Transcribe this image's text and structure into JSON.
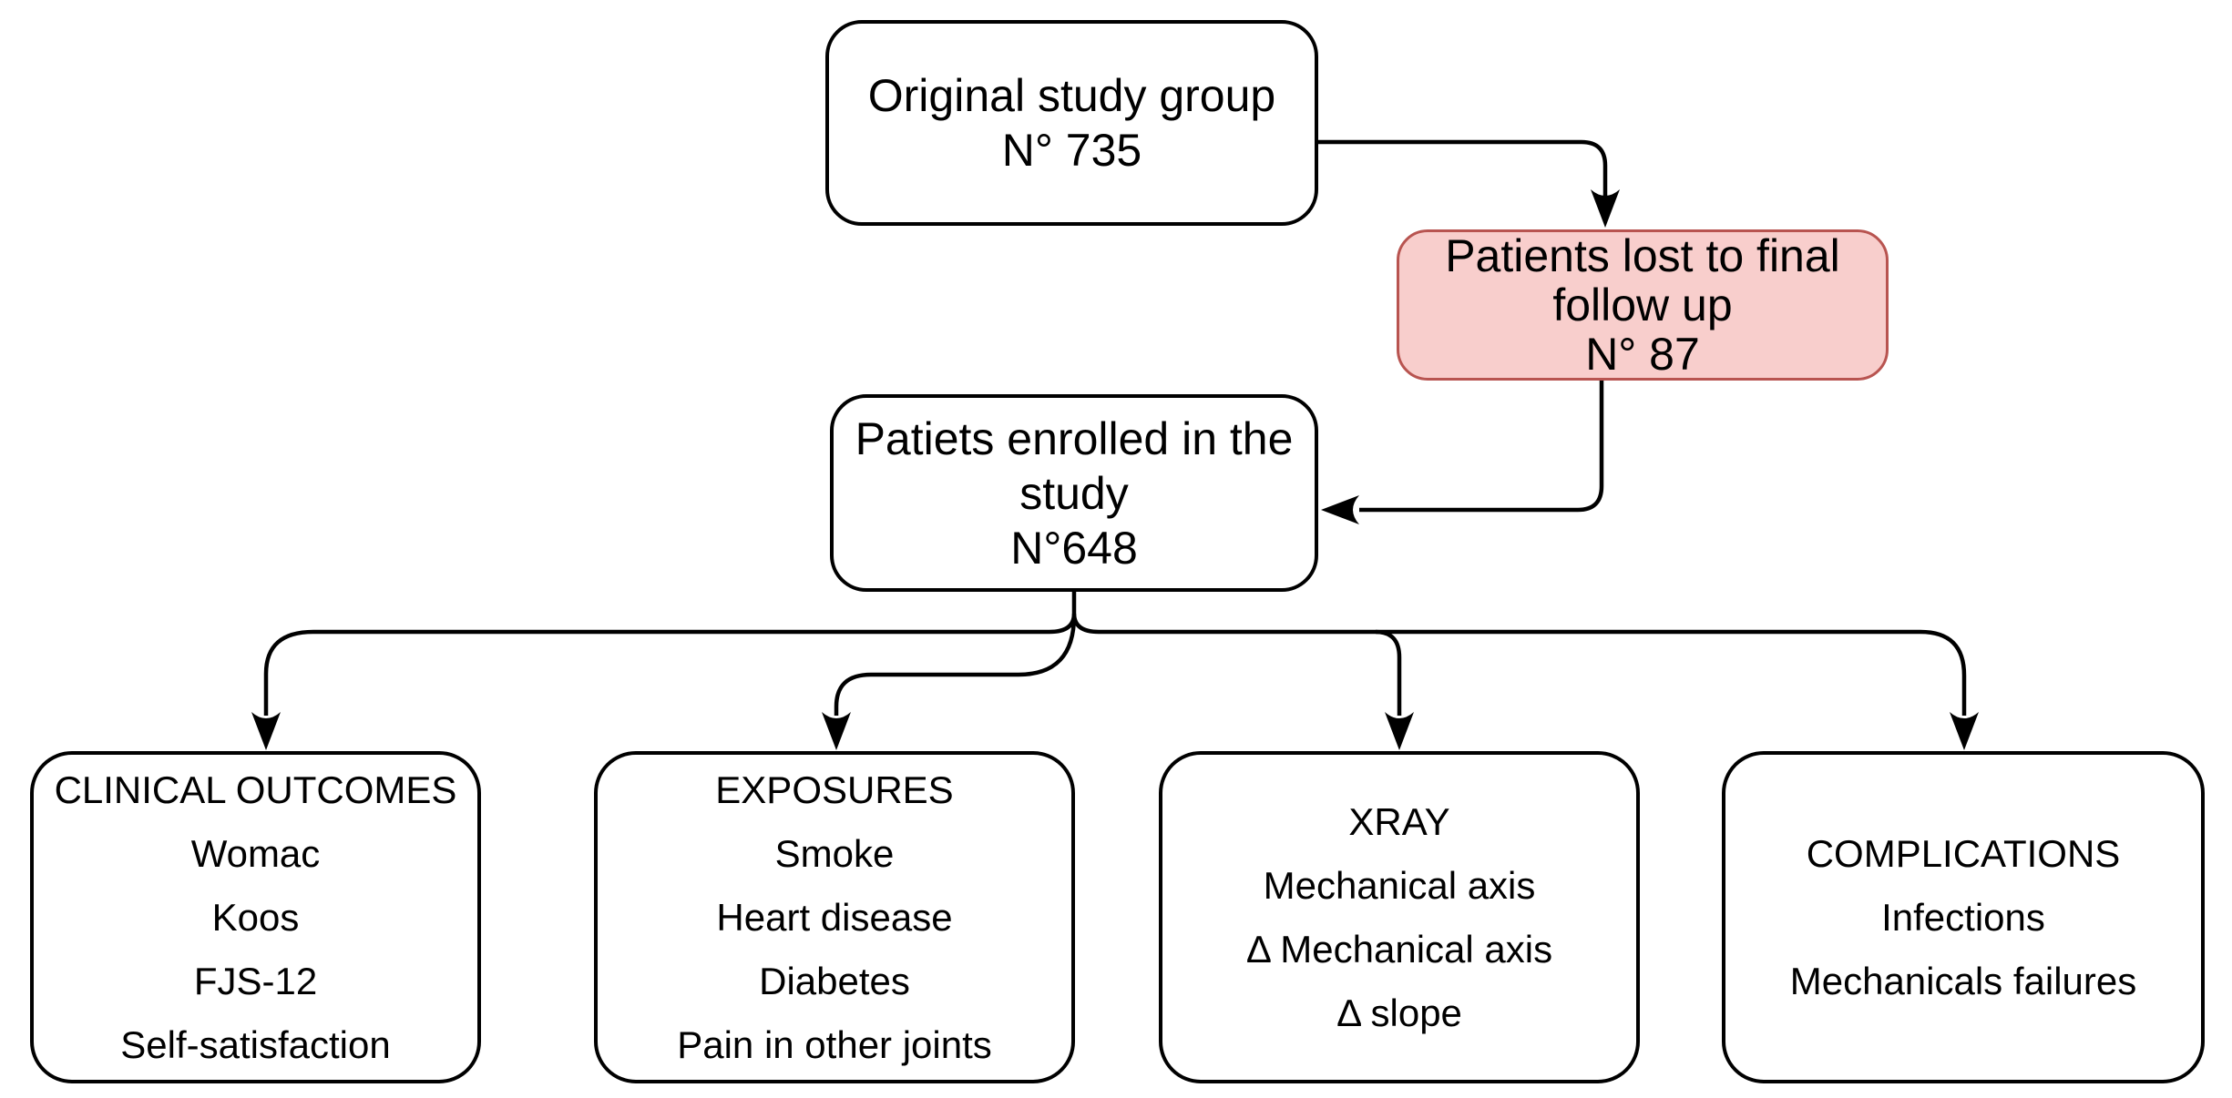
{
  "colors": {
    "line": "#000000",
    "box_border": "#000000",
    "box_fill": "#ffffff",
    "highlight_fill": "#f8cecc",
    "highlight_border": "#b85450",
    "text": "#000000",
    "background": "#ffffff"
  },
  "nodes": {
    "original": {
      "lines": [
        "Original study group",
        "N° 735"
      ]
    },
    "lost": {
      "lines": [
        "Patients lost to final",
        "follow up",
        "N° 87"
      ]
    },
    "enrolled": {
      "lines": [
        "Patiets enrolled in the",
        "study",
        "N°648"
      ]
    },
    "clinical": {
      "lines": [
        "CLINICAL OUTCOMES",
        "Womac",
        "Koos",
        "FJS-12",
        "Self-satisfaction"
      ]
    },
    "exposures": {
      "lines": [
        "EXPOSURES",
        "Smoke",
        "Heart disease",
        "Diabetes",
        "Pain in other joints"
      ]
    },
    "xray": {
      "lines": [
        "XRAY",
        "Mechanical axis",
        "Δ Mechanical axis",
        "Δ slope"
      ]
    },
    "complications": {
      "lines": [
        "COMPLICATIONS",
        "Infections",
        "Mechanicals failures"
      ]
    }
  }
}
